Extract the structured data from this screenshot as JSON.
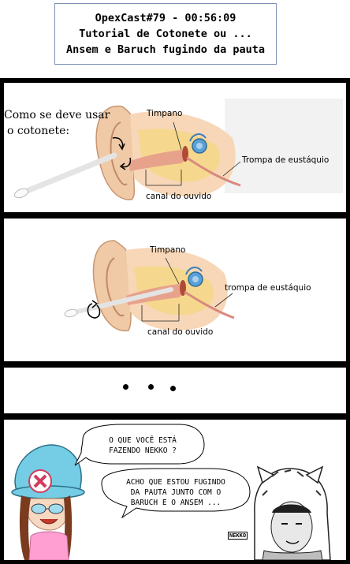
{
  "header": {
    "line1": "OpexCast#79 - 00:56:09",
    "line2": "Tutorial de Cotonete ou ...",
    "line3": "Ansem e Baruch fugindo da pauta"
  },
  "panel1": {
    "question_line1": "Como se deve usar",
    "question_line2": "o cotonete:",
    "label_tympanum": "Timpano",
    "label_eustachian": "Trompa de eustáquio",
    "label_canal": "canal do ouvido"
  },
  "panel2": {
    "label_tympanum": "Timpano",
    "label_eustachian": "trompa de eustáquio",
    "label_canal": "canal do ouvido"
  },
  "panel4": {
    "bubble1_line1": "O QUE VOCÊ ESTÁ",
    "bubble1_line2": "FAZENDO NEKKO ?",
    "bubble2_line1": "ACHO QUE ESTOU FUGINDO",
    "bubble2_line2": "DA PAUTA JUNTO COM O",
    "bubble2_line3": "BARUCH E O ANSEM ...",
    "name_tag": "NEKKO"
  }
}
